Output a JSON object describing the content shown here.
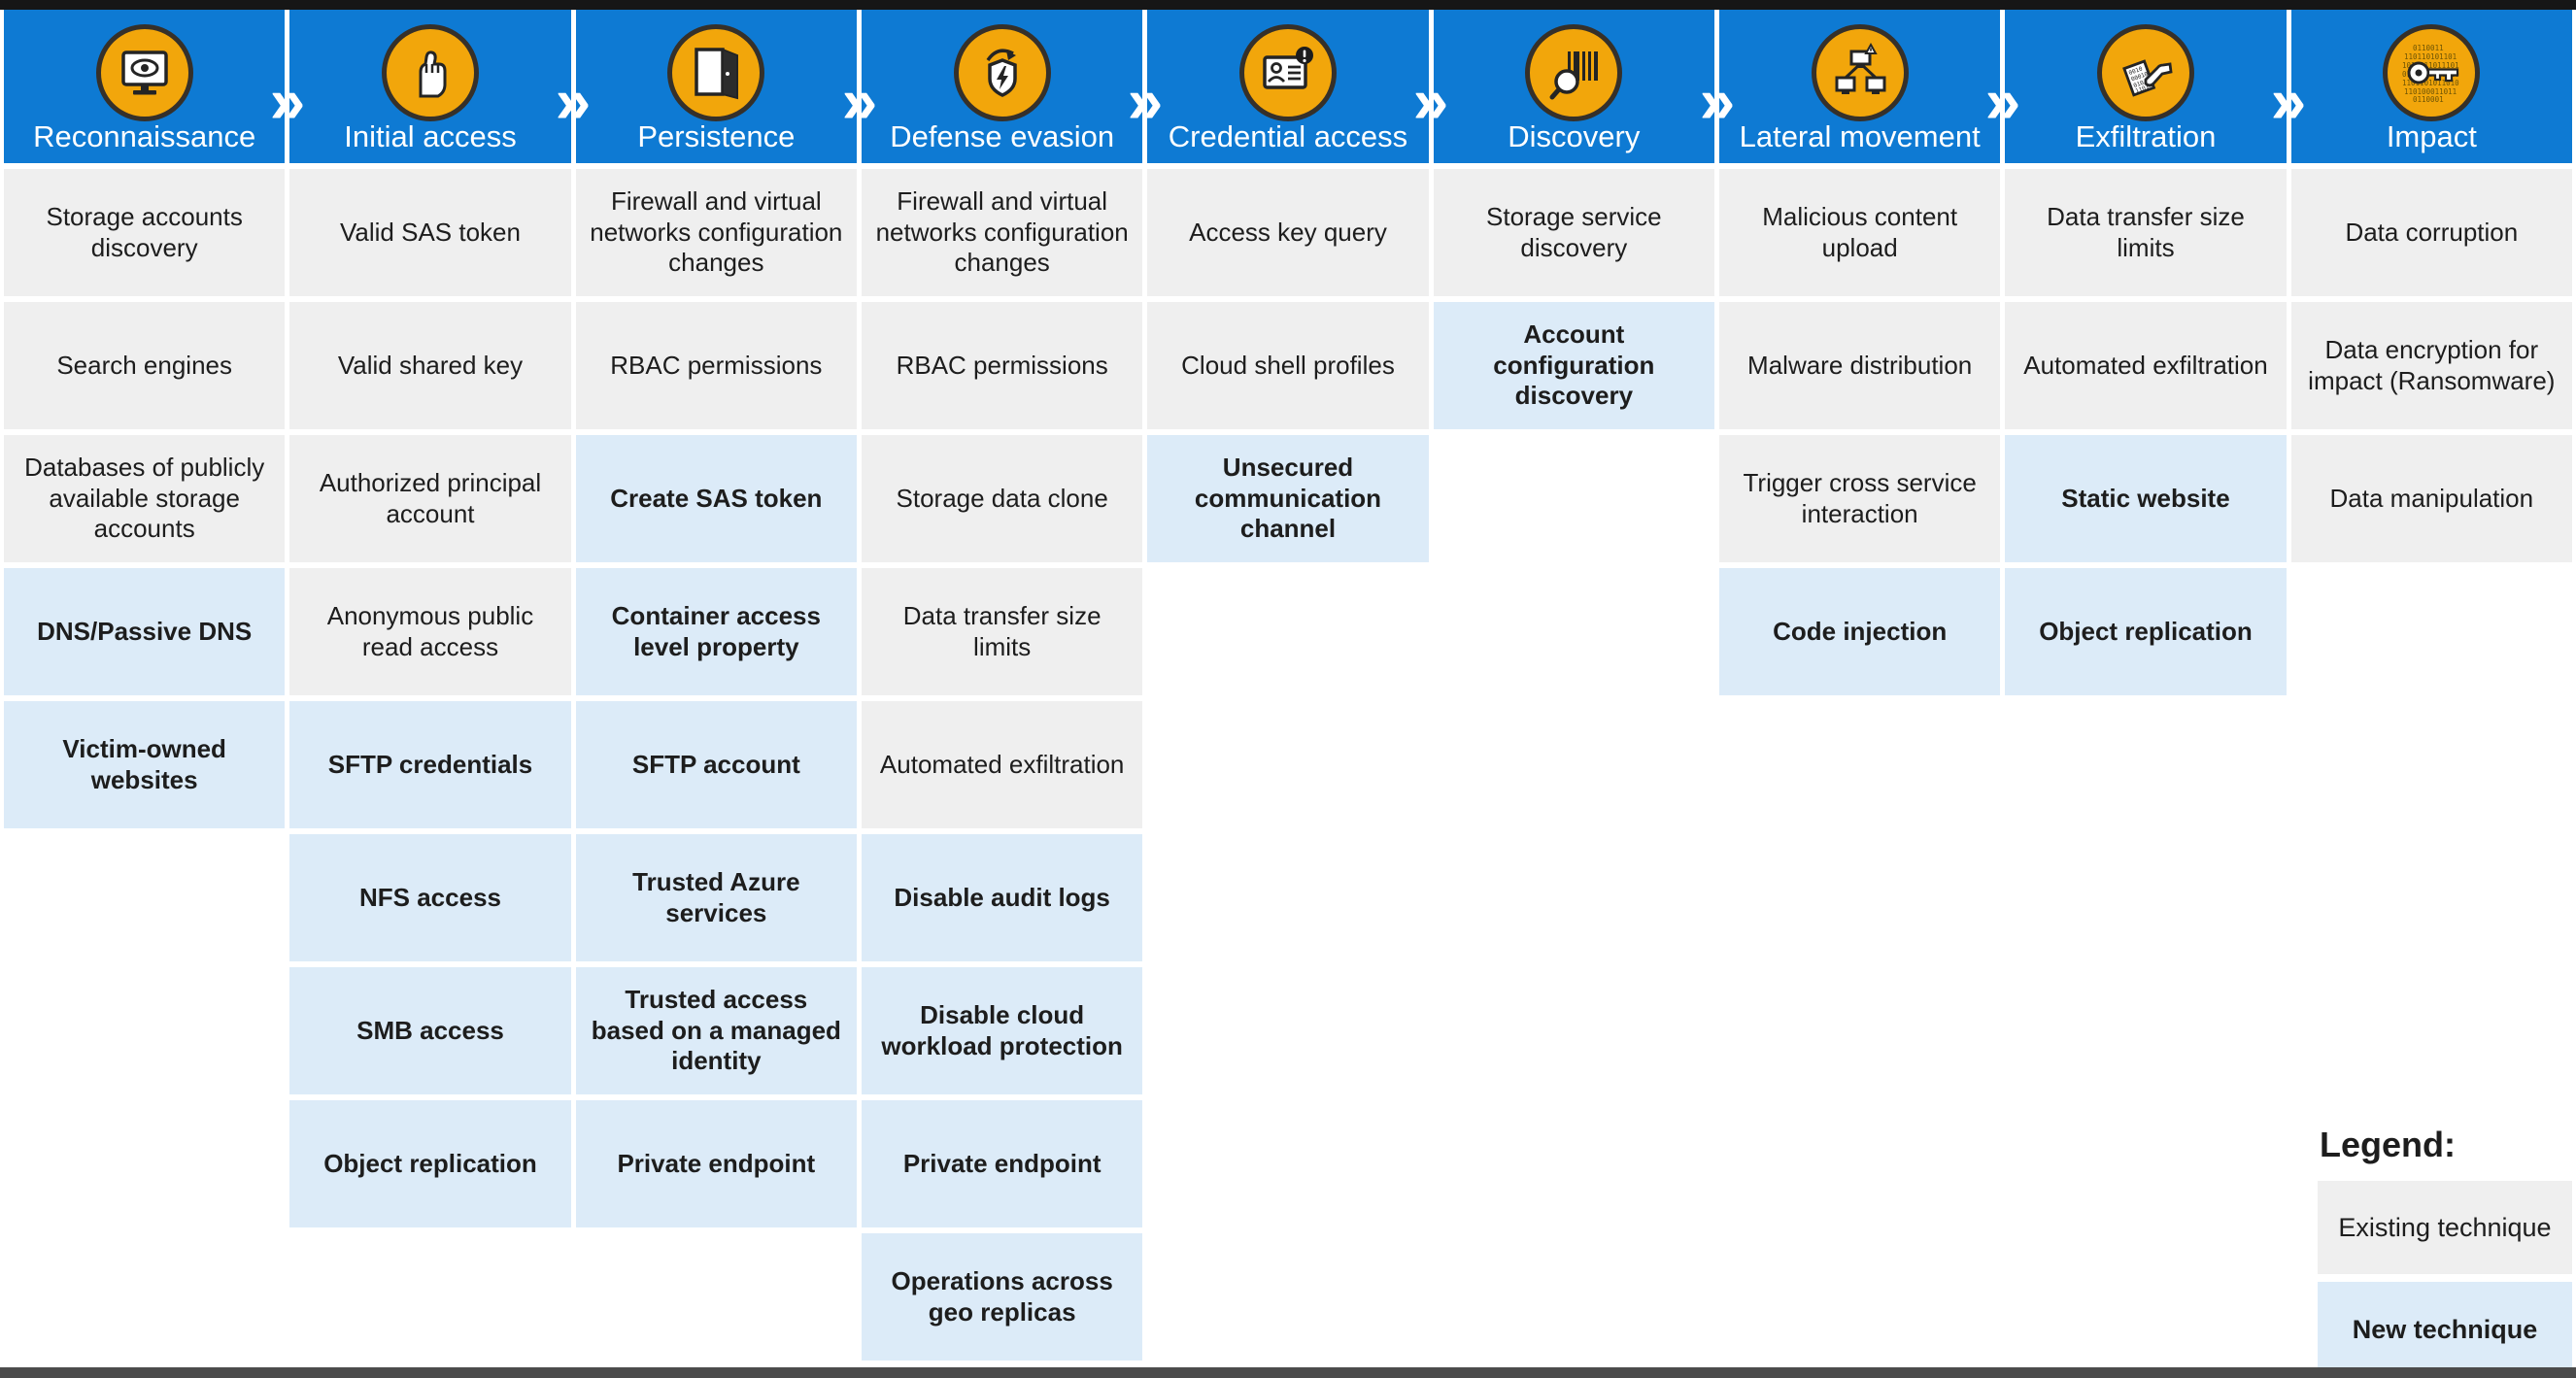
{
  "chevron": "»",
  "colors": {
    "header_blue": "#0e7ad3",
    "icon_gold": "#f2a60b",
    "existing_cell_bg": "#efefef",
    "new_cell_bg": "#dcebf8",
    "header_text": "#ffffff",
    "cell_text": "#1d1d1d"
  },
  "tactics": [
    {
      "name": "Reconnaissance",
      "icon": "monitor-eye-icon",
      "techniques": [
        {
          "label": "Storage accounts discovery",
          "type": "existing"
        },
        {
          "label": "Search engines",
          "type": "existing"
        },
        {
          "label": "Databases of publicly available storage accounts",
          "type": "existing"
        },
        {
          "label": "DNS/Passive DNS",
          "type": "new"
        },
        {
          "label": "Victim-owned websites",
          "type": "new"
        }
      ]
    },
    {
      "name": "Initial access",
      "icon": "fist-icon",
      "techniques": [
        {
          "label": "Valid SAS token",
          "type": "existing"
        },
        {
          "label": "Valid shared key",
          "type": "existing"
        },
        {
          "label": "Authorized principal account",
          "type": "existing"
        },
        {
          "label": "Anonymous public read access",
          "type": "existing"
        },
        {
          "label": "SFTP credentials",
          "type": "new"
        },
        {
          "label": "NFS access",
          "type": "new"
        },
        {
          "label": "SMB access",
          "type": "new"
        },
        {
          "label": "Object replication",
          "type": "new"
        }
      ]
    },
    {
      "name": "Persistence",
      "icon": "open-door-icon",
      "techniques": [
        {
          "label": "Firewall and virtual networks configuration changes",
          "type": "existing"
        },
        {
          "label": "RBAC permissions",
          "type": "existing"
        },
        {
          "label": "Create SAS token",
          "type": "new"
        },
        {
          "label": "Container access level property",
          "type": "new"
        },
        {
          "label": "SFTP account",
          "type": "new"
        },
        {
          "label": "Trusted Azure services",
          "type": "new"
        },
        {
          "label": "Trusted access based on a managed identity",
          "type": "new"
        },
        {
          "label": "Private endpoint",
          "type": "new"
        }
      ]
    },
    {
      "name": "Defense evasion",
      "icon": "shield-bypass-icon",
      "techniques": [
        {
          "label": "Firewall and virtual networks configuration changes",
          "type": "existing"
        },
        {
          "label": "RBAC permissions",
          "type": "existing"
        },
        {
          "label": "Storage data clone",
          "type": "existing"
        },
        {
          "label": "Data transfer size limits",
          "type": "existing"
        },
        {
          "label": "Automated exfiltration",
          "type": "existing"
        },
        {
          "label": "Disable audit logs",
          "type": "new"
        },
        {
          "label": "Disable cloud workload protection",
          "type": "new"
        },
        {
          "label": "Private endpoint",
          "type": "new"
        },
        {
          "label": "Operations across geo replicas",
          "type": "new"
        }
      ]
    },
    {
      "name": "Credential access",
      "icon": "id-card-alert-icon",
      "techniques": [
        {
          "label": "Access key query",
          "type": "existing"
        },
        {
          "label": "Cloud shell profiles",
          "type": "existing"
        },
        {
          "label": "Unsecured communication channel",
          "type": "new"
        }
      ]
    },
    {
      "name": "Discovery",
      "icon": "barcode-magnifier-icon",
      "techniques": [
        {
          "label": "Storage service discovery",
          "type": "existing"
        },
        {
          "label": "Account configuration discovery",
          "type": "new"
        }
      ]
    },
    {
      "name": "Lateral movement",
      "icon": "network-nodes-icon",
      "techniques": [
        {
          "label": "Malicious content upload",
          "type": "existing"
        },
        {
          "label": "Malware distribution",
          "type": "existing"
        },
        {
          "label": "Trigger cross service interaction",
          "type": "existing"
        },
        {
          "label": "Code injection",
          "type": "new"
        }
      ]
    },
    {
      "name": "Exfiltration",
      "icon": "hand-documents-icon",
      "techniques": [
        {
          "label": "Data transfer size limits",
          "type": "existing"
        },
        {
          "label": "Automated exfiltration",
          "type": "existing"
        },
        {
          "label": "Static website",
          "type": "new"
        },
        {
          "label": "Object replication",
          "type": "new"
        }
      ]
    },
    {
      "name": "Impact",
      "icon": "key-binary-icon",
      "techniques": [
        {
          "label": "Data corruption",
          "type": "existing"
        },
        {
          "label": "Data encryption for impact (Ransomware)",
          "type": "existing"
        },
        {
          "label": "Data manipulation",
          "type": "existing"
        }
      ]
    }
  ],
  "legend": {
    "title": "Legend:",
    "items": [
      {
        "label": "Existing technique",
        "type": "existing"
      },
      {
        "label": "New technique",
        "type": "new"
      }
    ]
  }
}
